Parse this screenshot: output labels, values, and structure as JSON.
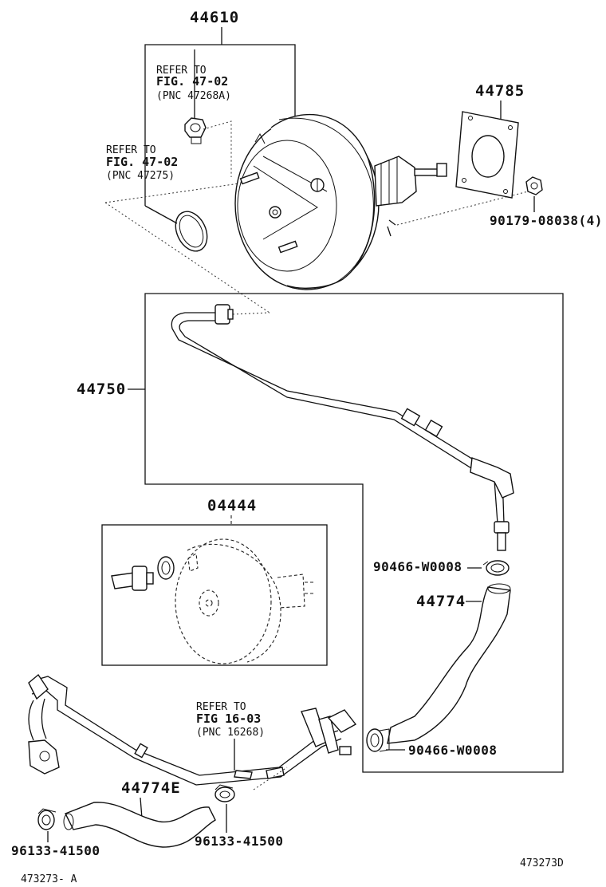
{
  "labels": {
    "booster": "44610",
    "gasket": "44785",
    "nut": "90179-08038(4)",
    "vacuum_pipe": "44750",
    "kit": "04444",
    "clip_upper": "90466-W0008",
    "hose_upper": "44774",
    "clip_lower": "90466-W0008",
    "hose_lower": "44774E",
    "clamp_right": "96133-41500",
    "clamp_left": "96133-41500",
    "drawing_id": "473273D",
    "figure_code": "473273- A"
  },
  "refs": {
    "ref1": {
      "line1": "REFER TO",
      "fig": "FIG. 47-02",
      "pnc": "(PNC 47268A)"
    },
    "ref2": {
      "line1": "REFER TO",
      "fig": "FIG. 47-02",
      "pnc": "(PNC 47275)"
    },
    "ref3": {
      "line1": "REFER TO",
      "fig": "FIG  16-03",
      "pnc": "(PNC 16268)"
    }
  }
}
